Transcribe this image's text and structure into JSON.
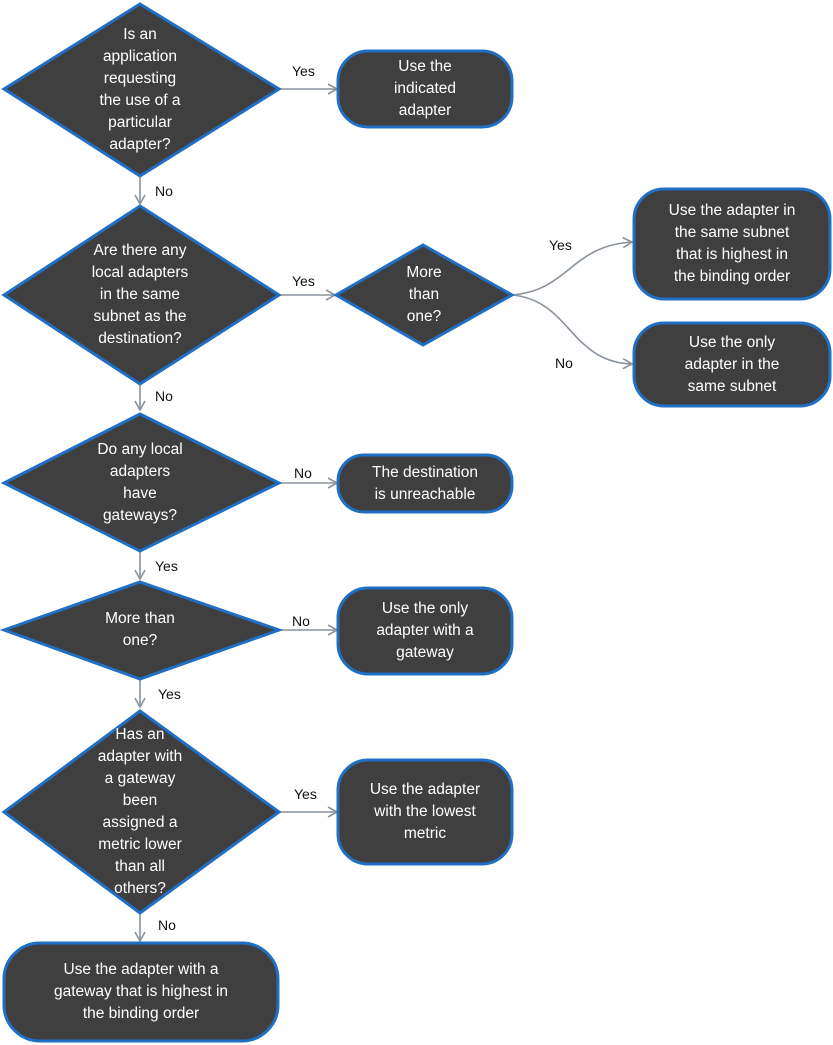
{
  "decisions": {
    "d1": "Is an\napplication\nrequesting\nthe use of a\nparticular\nadapter?",
    "d2": "Are there any\nlocal adapters\nin the same\nsubnet as the\ndestination?",
    "d2b": "More\nthan\none?",
    "d3": "Do any local\nadapters\nhave\ngateways?",
    "d4": "More than\none?",
    "d5": "Has an\nadapter with\na gateway\nbeen\nassigned a\nmetric lower\nthan all\nothers?"
  },
  "outcomes": {
    "o1": "Use the\nindicated\nadapter",
    "o2a": "Use the adapter in\nthe same subnet\nthat is highest in\nthe binding order",
    "o2b": "Use the only\nadapter in the\nsame subnet",
    "o3": "The destination\nis unreachable",
    "o4": "Use the only\nadapter with a\ngateway",
    "o5": "Use the adapter\nwith the lowest\nmetric",
    "o6": "Use the adapter with a\ngateway that is highest in\nthe binding order"
  },
  "labels": {
    "d1_yes": "Yes",
    "d1_no": "No",
    "d2_yes": "Yes",
    "d2_no": "No",
    "d2b_yes": "Yes",
    "d2b_no": "No",
    "d3_no": "No",
    "d3_yes": "Yes",
    "d4_no": "No",
    "d4_yes": "Yes",
    "d5_yes": "Yes",
    "d5_no": "No"
  },
  "colors": {
    "shape_fill": "#3f3f3f",
    "shape_border": "#1f6fc5",
    "connector": "#8a929c"
  }
}
